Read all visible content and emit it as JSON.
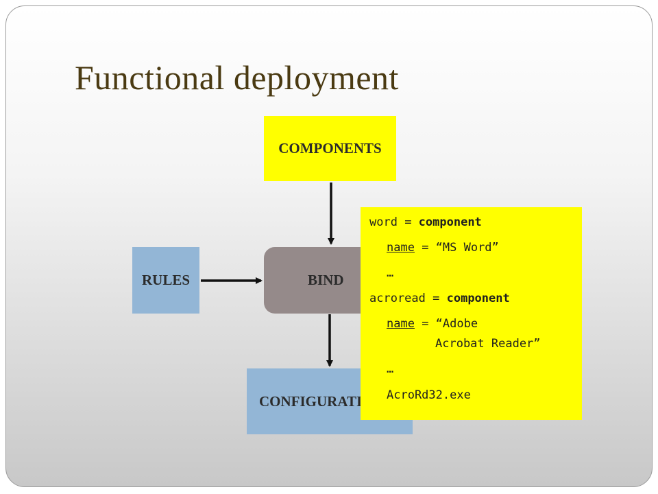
{
  "slide": {
    "title": "Functional deployment"
  },
  "diagram": {
    "nodes": {
      "components": "COMPONENTS",
      "rules": "RULES",
      "bind": "BIND",
      "configuration": "CONFIGURATION"
    }
  },
  "code_box": {
    "line1": {
      "var": "word",
      "op": " = ",
      "kw": "component"
    },
    "line2": {
      "attr": "name",
      "rest": " = “MS Word”"
    },
    "line3": "…",
    "line4": {
      "var": "acroread",
      "op": " = ",
      "kw": "component"
    },
    "line5": {
      "attr": "name",
      "rest": " = “Adobe"
    },
    "line6": "Acrobat Reader”",
    "line7": "…",
    "line8": "AcroRd32.exe"
  },
  "colors": {
    "title": "#4a3a12",
    "yellow": "#ffff00",
    "blue_box": "#93b6d6",
    "bind_box": "#958a8a"
  }
}
